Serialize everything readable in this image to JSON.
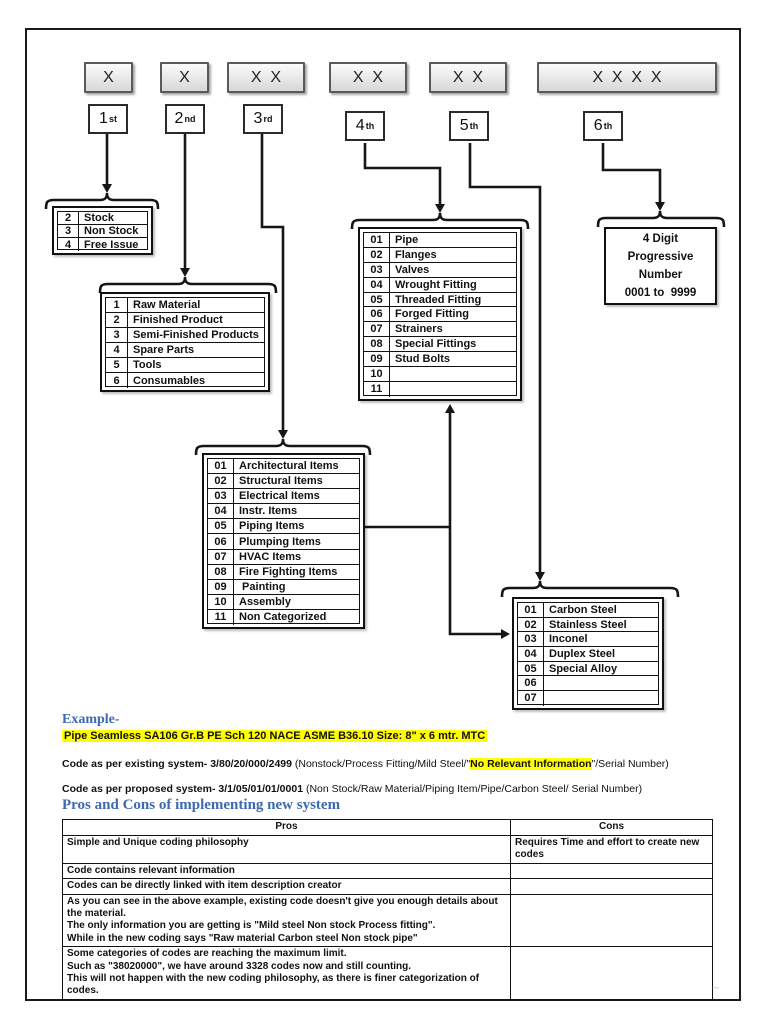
{
  "digit_header": {
    "boxes": [
      "X",
      "X",
      "XX",
      "XX",
      "XX",
      "XXXX"
    ],
    "positions": [
      {
        "num": "1",
        "suffix": "st"
      },
      {
        "num": "2",
        "suffix": "nd"
      },
      {
        "num": "3",
        "suffix": "rd"
      },
      {
        "num": "4",
        "suffix": "th"
      },
      {
        "num": "5",
        "suffix": "th"
      },
      {
        "num": "6",
        "suffix": "th"
      }
    ]
  },
  "tables": {
    "stock_type": {
      "rows": [
        [
          "2",
          "Stock"
        ],
        [
          "3",
          "Non Stock"
        ],
        [
          "4",
          "Free Issue"
        ]
      ]
    },
    "material_category": {
      "rows": [
        [
          "1",
          "Raw Material"
        ],
        [
          "2",
          "Finished Product"
        ],
        [
          "3",
          "Semi-Finished Products"
        ],
        [
          "4",
          "Spare Parts"
        ],
        [
          "5",
          "Tools"
        ],
        [
          "6",
          "Consumables"
        ]
      ]
    },
    "discipline": {
      "rows": [
        [
          "01",
          "Architectural Items"
        ],
        [
          "02",
          "Structural Items"
        ],
        [
          "03",
          "Electrical Items"
        ],
        [
          "04",
          "Instr. Items"
        ],
        [
          "05",
          "Piping Items"
        ],
        [
          "06",
          "Plumping Items"
        ],
        [
          "07",
          "HVAC Items"
        ],
        [
          "08",
          "Fire Fighting Items"
        ],
        [
          "09",
          " Painting"
        ],
        [
          "10",
          "Assembly"
        ],
        [
          "11",
          "Non Categorized"
        ]
      ]
    },
    "item_type": {
      "rows": [
        [
          "01",
          "Pipe"
        ],
        [
          "02",
          "Flanges"
        ],
        [
          "03",
          "Valves"
        ],
        [
          "04",
          "Wrought Fitting"
        ],
        [
          "05",
          "Threaded Fitting"
        ],
        [
          "06",
          "Forged Fitting"
        ],
        [
          "07",
          "Strainers"
        ],
        [
          "08",
          "Special Fittings"
        ],
        [
          "09",
          "Stud Bolts"
        ],
        [
          "10",
          ""
        ],
        [
          "11",
          ""
        ]
      ]
    },
    "material_grade": {
      "rows": [
        [
          "01",
          "Carbon Steel"
        ],
        [
          "02",
          "Stainless Steel"
        ],
        [
          "03",
          "Inconel"
        ],
        [
          "04",
          "Duplex Steel"
        ],
        [
          "05",
          "Special Alloy"
        ],
        [
          "06",
          ""
        ],
        [
          "07",
          ""
        ]
      ]
    }
  },
  "progressive_box": {
    "text": "4 Digit\nProgressive\nNumber\n0001 to  9999"
  },
  "example": {
    "heading": "Example-",
    "item_spec": "Pipe Seamless SA106 Gr.B PE Sch 120 NACE ASME B36.10 Size: 8\" x 6 mtr. MTC",
    "existing_lead": "Code as per existing system- 3/80/20/000/2499",
    "existing_pre": " (Nonstock/Process Fitting/Mild Steel/\"",
    "existing_highlight": "No Relevant Information",
    "existing_post": "\"/Serial Number)",
    "proposed_lead": "Code as per proposed system- 3/1/05/01/01/0001",
    "proposed_rest": " (Non Stock/Raw Material/Piping Item/Pipe/Carbon Steel/ Serial Number)"
  },
  "pros_cons": {
    "heading": "Pros and Cons of implementing new system",
    "headers": [
      "Pros",
      "Cons"
    ],
    "rows": [
      {
        "pros": [
          "Simple and Unique coding philosophy"
        ],
        "cons": [
          "Requires Time and effort to create new codes"
        ]
      },
      {
        "pros": [
          "Code contains relevant information"
        ],
        "cons": []
      },
      {
        "pros": [
          "Codes can be directly linked with item description creator"
        ],
        "cons": []
      },
      {
        "pros": [
          "As you can see in the above example, existing code doesn't give you enough details about the material.",
          "The only information you are getting is \"Mild steel Non stock Process fitting\".",
          "While in the new coding says \"Raw material Carbon steel Non stock pipe\""
        ],
        "cons": []
      },
      {
        "pros": [
          "Some categories of codes are reaching the maximum limit.",
          "Such as \"38020000\", we have around 3328 codes now and still counting.",
          "This will not happen with the new coding philosophy, as there is finer categorization of codes."
        ],
        "cons": []
      }
    ]
  },
  "artifact": {
    "smudge": "~"
  },
  "colors": {
    "heading_blue": "#3D69B0",
    "highlight": "#FFFF00"
  }
}
